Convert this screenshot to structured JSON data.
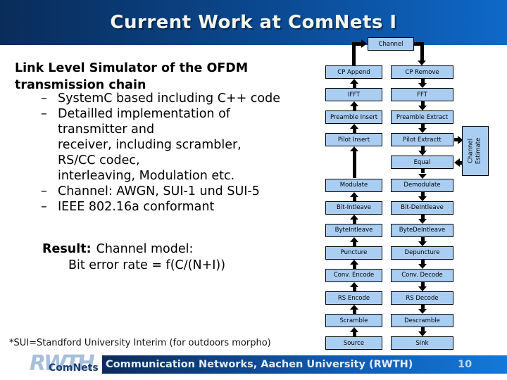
{
  "slide": {
    "title": "Current Work at ComNets I",
    "footer": {
      "text": "Communication Networks, Aachen University (RWTH)",
      "page_number": "10"
    },
    "footnote": "*SUI=Standford University Interim (for outdoors morpho)",
    "logo": {
      "rwth": "RWTH",
      "comnets": "ComNets"
    }
  },
  "content": {
    "heading": "Link Level Simulator of the OFDM\ntransmission chain",
    "bullets": [
      {
        "marker": "–",
        "text": "SystemC based including C++ code"
      },
      {
        "marker": "–",
        "text": "Detailled implementation of\ntransmitter and\nreceiver, including scrambler,\nRS/CC codec,\ninterleaving, Modulation etc."
      },
      {
        "marker": "–",
        "text": "Channel: AWGN, SUI-1 und SUI-5"
      },
      {
        "marker": "–",
        "text": "IEEE 802.16a conformant"
      }
    ],
    "result": {
      "label": "Result:",
      "text": "Channel model:",
      "formula": "Bit error rate = f(C/(N+I))"
    }
  },
  "diagram": {
    "channel_label": "Channel",
    "channel_estimate_label": "Channel\nEstimate",
    "rows": [
      {
        "left": "CP Append",
        "right": "CP Remove"
      },
      {
        "left": "IFFT",
        "right": "FFT"
      },
      {
        "left": "Preamble Insert",
        "right": "Preamble Extract"
      },
      {
        "left": "Pilot Insert",
        "right": "Pilot Extractt"
      },
      {
        "left": "",
        "right": "Equal"
      },
      {
        "left": "Modulate",
        "right": "Demodulate"
      },
      {
        "left": "Bit-Intleave",
        "right": "Bit-DeIntleave"
      },
      {
        "left": "ByteIntleave",
        "right": "ByteDeIntleave"
      },
      {
        "left": "Puncture",
        "right": "Depuncture"
      },
      {
        "left": "Conv. Encode",
        "right": "Conv. Decode"
      },
      {
        "left": "RS Encode",
        "right": "RS Decode"
      },
      {
        "left": "Scramble",
        "right": "Descramble"
      },
      {
        "left": "Source",
        "right": "Sink"
      }
    ]
  },
  "colors": {
    "header_gradient_start": "#0a2c59",
    "header_gradient_end": "#0f68c8",
    "footer_gradient_start": "#0c2c5e",
    "footer_gradient_end": "#1478d8",
    "diagram_box_fill": "#aacdf2",
    "arrow_color": "#000000",
    "title_text": "#f2f5ec",
    "logo_rwth": "#a7bfdc",
    "logo_comnets": "#1b3c73"
  }
}
